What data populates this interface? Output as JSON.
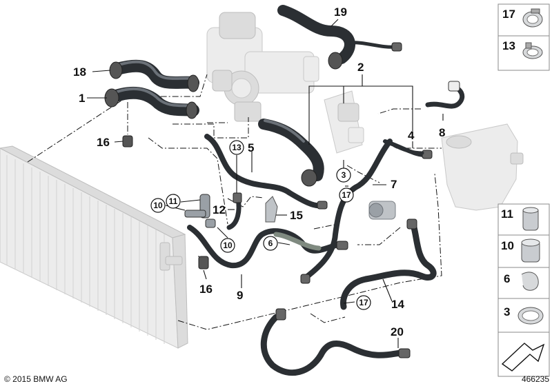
{
  "callouts": {
    "n1": "1",
    "n2": "2",
    "n3": "3",
    "n4": "4",
    "n5": "5",
    "n6": "6",
    "n7": "7",
    "n8": "8",
    "n9": "9",
    "n10a": "10",
    "n10b": "10",
    "n11": "11",
    "n12": "12",
    "n13": "13",
    "n14": "14",
    "n15": "15",
    "n16a": "16",
    "n16b": "16",
    "n17a": "17",
    "n17b": "17",
    "n18": "18",
    "n19": "19",
    "n20": "20"
  },
  "legend": {
    "top": [
      "17",
      "13"
    ],
    "bottom": [
      "11",
      "10",
      "6",
      "3"
    ]
  },
  "footer": {
    "copyright": "© 2015 BMW AG",
    "diagram_number": "466235"
  },
  "icons": [
    "hose-clamp-icon",
    "spring-clip-icon",
    "arrow-icon"
  ],
  "colors": {
    "hose": "#2b2f33",
    "ghost_parts": "#e6e6e6",
    "line": "#111111"
  }
}
